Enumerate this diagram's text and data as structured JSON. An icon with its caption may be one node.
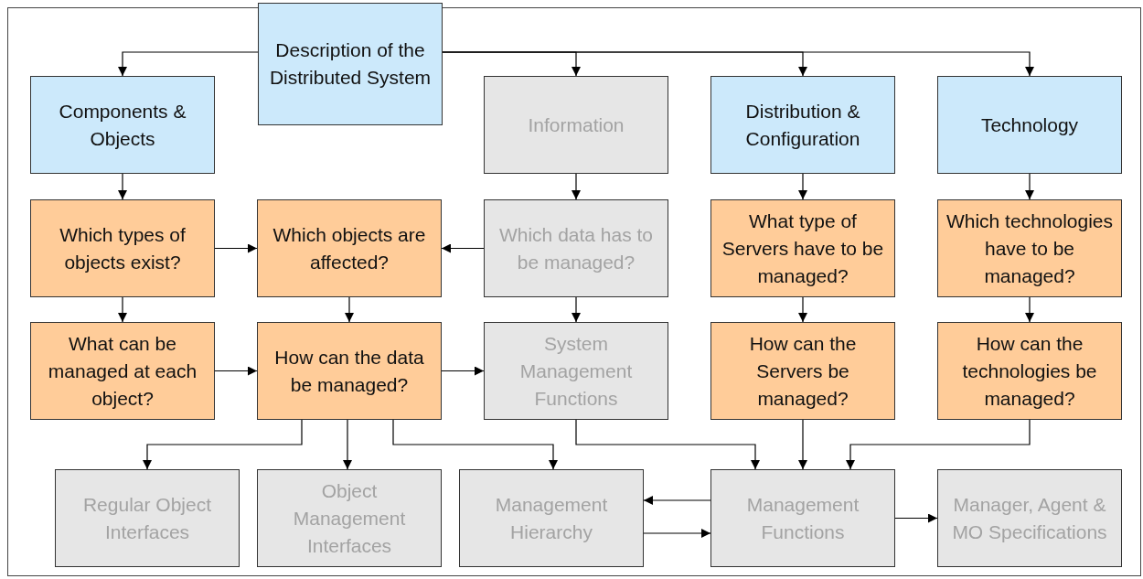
{
  "diagram": {
    "nodes": [
      {
        "text": [
          "Description of the Distributed System"
        ]
      },
      {
        "text": [
          "Components & Objects"
        ]
      },
      {
        "text": [
          "Information"
        ]
      },
      {
        "text": [
          "Distribution & Configuration"
        ]
      },
      {
        "text": [
          "Technology"
        ]
      },
      {
        "text": [
          "Which types of objects exist?"
        ]
      },
      {
        "text": [
          "Which objects are affected?"
        ]
      },
      {
        "text": [
          "Which data has to be managed?"
        ]
      },
      {
        "text": [
          "What type of Servers have to be managed?"
        ]
      },
      {
        "text": [
          "Which technologies have to be managed?"
        ]
      },
      {
        "text": [
          "What can be managed at each object?"
        ]
      },
      {
        "text": [
          "How can the data be managed?"
        ]
      },
      {
        "text": [
          "System Management Functions"
        ]
      },
      {
        "text": [
          "How can the Servers be managed?"
        ]
      },
      {
        "text": [
          "How can the technologies be managed?"
        ]
      },
      {
        "text": [
          "Regular Object Interfaces"
        ]
      },
      {
        "text": [
          "Object Management Interfaces"
        ]
      },
      {
        "text": [
          "Management Hierarchy"
        ]
      },
      {
        "text": [
          "Management Functions"
        ]
      },
      {
        "text": [
          "Manager, Agent & MO Specifications"
        ]
      }
    ],
    "edges": [
      {
        "from": 0,
        "to": 1,
        "arrow": "to"
      },
      {
        "from": 0,
        "to": 2,
        "arrow": "to"
      },
      {
        "from": 0,
        "to": 3,
        "arrow": "to"
      },
      {
        "from": 0,
        "to": 4,
        "arrow": "to"
      },
      {
        "from": 1,
        "to": 5,
        "arrow": "to"
      },
      {
        "from": 2,
        "to": 7,
        "arrow": "to"
      },
      {
        "from": 3,
        "to": 8,
        "arrow": "to"
      },
      {
        "from": 4,
        "to": 9,
        "arrow": "to"
      },
      {
        "from": 5,
        "to": 6,
        "arrow": "to"
      },
      {
        "from": 7,
        "to": 6,
        "arrow": "to"
      },
      {
        "from": 5,
        "to": 10,
        "arrow": "to"
      },
      {
        "from": 6,
        "to": 11,
        "arrow": "to"
      },
      {
        "from": 7,
        "to": 12,
        "arrow": "to"
      },
      {
        "from": 8,
        "to": 13,
        "arrow": "to"
      },
      {
        "from": 9,
        "to": 14,
        "arrow": "to"
      },
      {
        "from": 10,
        "to": 11,
        "arrow": "to"
      },
      {
        "from": 11,
        "to": 12,
        "arrow": "to"
      },
      {
        "from": 11,
        "to": 15,
        "arrow": "to"
      },
      {
        "from": 11,
        "to": 16,
        "arrow": "to"
      },
      {
        "from": 11,
        "to": 17,
        "arrow": "to"
      },
      {
        "from": 12,
        "to": 18,
        "arrow": "to"
      },
      {
        "from": 13,
        "to": 18,
        "arrow": "to"
      },
      {
        "from": 14,
        "to": 18,
        "arrow": "to"
      },
      {
        "from": 18,
        "to": 17,
        "arrow": "to"
      },
      {
        "from": 17,
        "to": 18,
        "arrow": "to"
      },
      {
        "from": 18,
        "to": 19,
        "arrow": "to"
      }
    ]
  }
}
